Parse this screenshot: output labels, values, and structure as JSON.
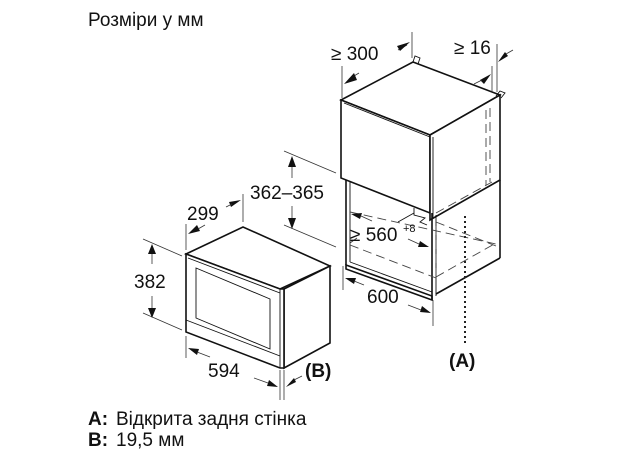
{
  "title": "Розміри у мм",
  "dimensions": {
    "cabinet_top_depth": "≥ 300",
    "cabinet_side_gap": "≥ 16",
    "opening_height": "362–365",
    "opening_width_main": "≥ 560",
    "opening_width_tolerance": "+8",
    "cabinet_width": "600",
    "appliance_depth": "299",
    "appliance_height": "382",
    "appliance_width": "594",
    "label_b": "(B)",
    "label_a": "(A)"
  },
  "legend": [
    {
      "key": "A:",
      "text": "Відкрита задня стінка"
    },
    {
      "key": "B:",
      "text": "19,5 мм"
    }
  ]
}
